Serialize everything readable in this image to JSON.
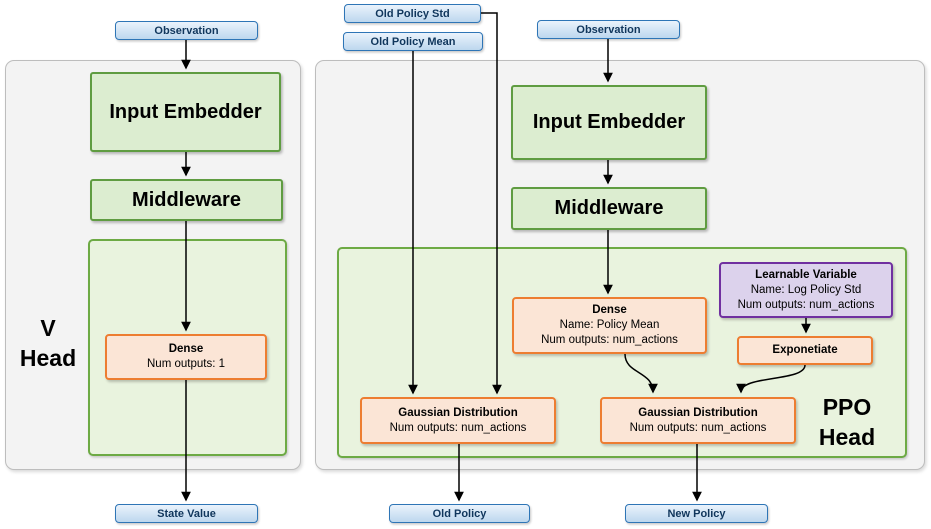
{
  "diagram": {
    "v_head": {
      "panel_label": {
        "line1": "V",
        "line2": "Head"
      },
      "observation_pill": "Observation",
      "input_embedder": "Input Embedder",
      "middleware": "Middleware",
      "dense": {
        "title": "Dense",
        "detail1": "Num outputs: 1"
      },
      "state_value_pill": "State Value"
    },
    "ppo_head": {
      "panel_label": {
        "line1": "PPO",
        "line2": "Head"
      },
      "old_policy_std_pill": "Old Policy Std",
      "old_policy_mean_pill": "Old Policy Mean",
      "observation_pill": "Observation",
      "input_embedder": "Input Embedder",
      "middleware": "Middleware",
      "dense": {
        "title": "Dense",
        "detail1": "Name: Policy Mean",
        "detail2": "Num outputs: num_actions"
      },
      "learnable_variable": {
        "title": "Learnable Variable",
        "detail1": "Name: Log Policy Std",
        "detail2": "Num outputs: num_actions"
      },
      "exponetiate": "Exponetiate",
      "gaussian_distribution_old": {
        "title": "Gaussian Distribution",
        "detail1": "Num outputs: num_actions"
      },
      "gaussian_distribution_new": {
        "title": "Gaussian Distribution",
        "detail1": "Num outputs: num_actions"
      },
      "old_policy_pill": "Old Policy",
      "new_policy_pill": "New Policy"
    },
    "colors": {
      "pill_fill": "#bdd7ee",
      "pill_border": "#2e75b6",
      "green_fill": "#dcedd0",
      "green_border": "#5f9c41",
      "green_container_fill": "#e9f3de",
      "orange_fill": "#fbe5d6",
      "orange_border": "#ed7d31",
      "purple_fill": "#dcd2ec",
      "purple_border": "#7030a0",
      "panel_fill": "#f3f3f3",
      "panel_border": "#bdbdbd",
      "arrow": "#000000"
    }
  }
}
